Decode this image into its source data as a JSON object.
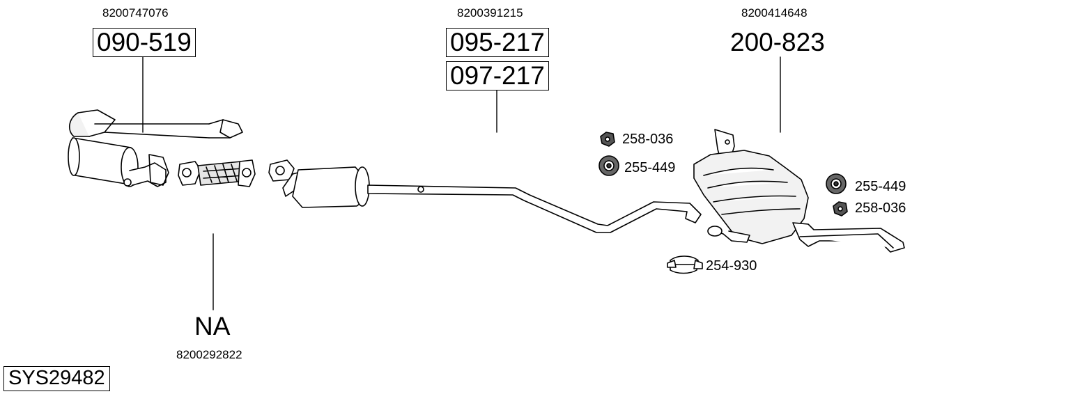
{
  "system_code": "SYS29482",
  "groups": [
    {
      "oem": "8200747076",
      "parts": [
        "090-519"
      ],
      "boxed": true
    },
    {
      "oem": "8200391215",
      "parts": [
        "095-217",
        "097-217"
      ],
      "boxed": true
    },
    {
      "oem": "8200414648",
      "parts": [
        "200-823"
      ],
      "boxed": false
    },
    {
      "oem": "8200292822",
      "parts": [
        "NA"
      ],
      "boxed": false
    }
  ],
  "hardware": [
    {
      "number": "258-036",
      "icon": "rubber-nut-icon"
    },
    {
      "number": "255-449",
      "icon": "rubber-mount-icon"
    },
    {
      "number": "255-449",
      "icon": "rubber-mount-icon"
    },
    {
      "number": "258-036",
      "icon": "rubber-nut-icon"
    },
    {
      "number": "254-930",
      "icon": "pipe-clamp-icon"
    }
  ]
}
